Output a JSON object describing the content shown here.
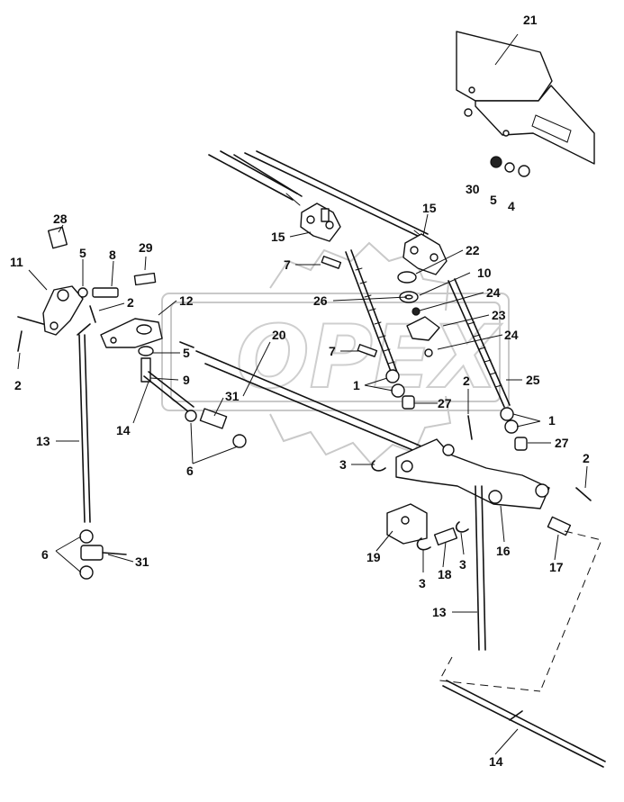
{
  "callouts": [
    {
      "id": "c21",
      "text": "21"
    },
    {
      "id": "c30",
      "text": "30"
    },
    {
      "id": "c5a",
      "text": "5"
    },
    {
      "id": "c4",
      "text": "4"
    },
    {
      "id": "c28",
      "text": "28"
    },
    {
      "id": "c15a",
      "text": "15"
    },
    {
      "id": "c15b",
      "text": "15"
    },
    {
      "id": "c11",
      "text": "11"
    },
    {
      "id": "c5b",
      "text": "5"
    },
    {
      "id": "c8",
      "text": "8"
    },
    {
      "id": "c29",
      "text": "29"
    },
    {
      "id": "c7a",
      "text": "7"
    },
    {
      "id": "c22",
      "text": "22"
    },
    {
      "id": "c10",
      "text": "10"
    },
    {
      "id": "c2a",
      "text": "2"
    },
    {
      "id": "c12",
      "text": "12"
    },
    {
      "id": "c26",
      "text": "26"
    },
    {
      "id": "c24a",
      "text": "24"
    },
    {
      "id": "c23",
      "text": "23"
    },
    {
      "id": "c24b",
      "text": "24"
    },
    {
      "id": "c20",
      "text": "20"
    },
    {
      "id": "c5c",
      "text": "5"
    },
    {
      "id": "c7b",
      "text": "7"
    },
    {
      "id": "c2b",
      "text": "2"
    },
    {
      "id": "c9",
      "text": "9"
    },
    {
      "id": "c1a",
      "text": "1"
    },
    {
      "id": "c2c",
      "text": "2"
    },
    {
      "id": "c25",
      "text": "25"
    },
    {
      "id": "c31a",
      "text": "31"
    },
    {
      "id": "c27a",
      "text": "27"
    },
    {
      "id": "c14a",
      "text": "14"
    },
    {
      "id": "c1b",
      "text": "1"
    },
    {
      "id": "c13a",
      "text": "13"
    },
    {
      "id": "c27b",
      "text": "27"
    },
    {
      "id": "c6a",
      "text": "6"
    },
    {
      "id": "c3a",
      "text": "3"
    },
    {
      "id": "c2d",
      "text": "2"
    },
    {
      "id": "c19",
      "text": "19"
    },
    {
      "id": "c16",
      "text": "16"
    },
    {
      "id": "c6b",
      "text": "6"
    },
    {
      "id": "c31b",
      "text": "31"
    },
    {
      "id": "c3b",
      "text": "3"
    },
    {
      "id": "c18",
      "text": "18"
    },
    {
      "id": "c3c",
      "text": "3"
    },
    {
      "id": "c17",
      "text": "17"
    },
    {
      "id": "c13b",
      "text": "13"
    },
    {
      "id": "c14b",
      "text": "14"
    }
  ],
  "watermark": {
    "text": "OPEX",
    "color": "#c9c9c9"
  },
  "colors": {
    "ink": "#111111",
    "background": "#ffffff"
  }
}
